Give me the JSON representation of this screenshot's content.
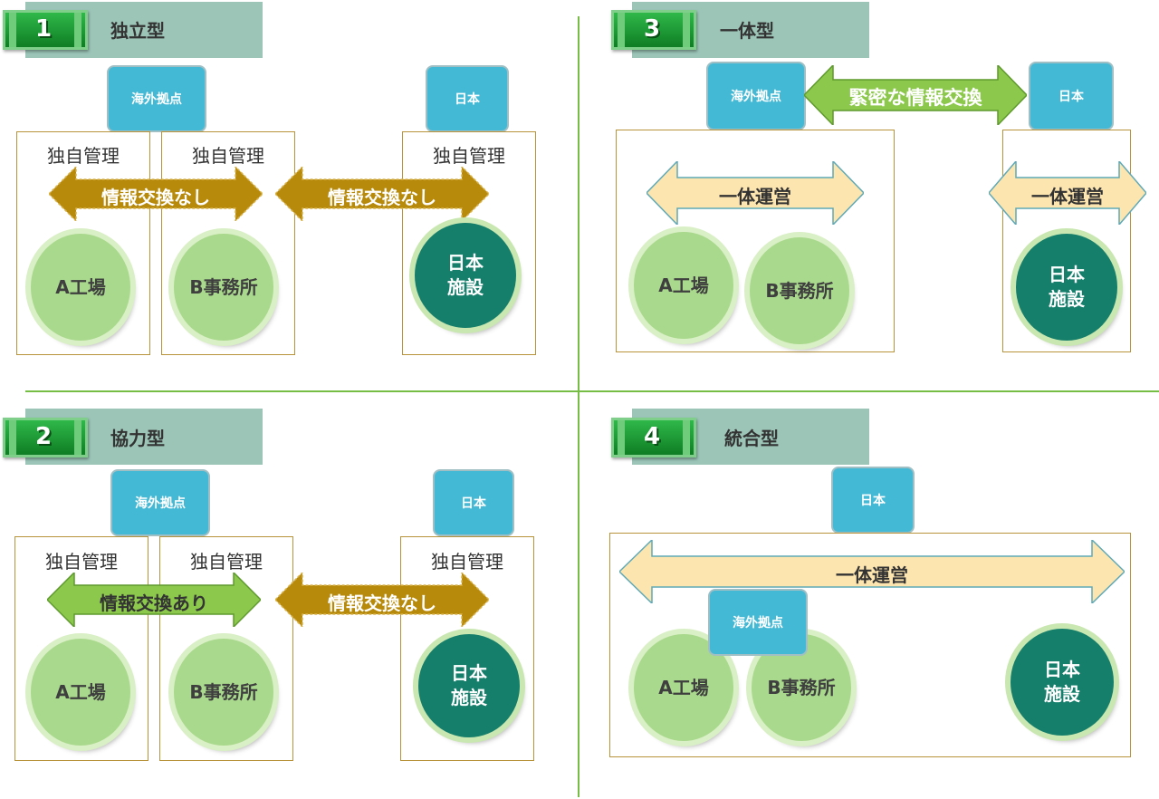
{
  "quadrants": {
    "q1": {
      "number": "1",
      "title": "独立型",
      "tag_overseas": "海外拠点",
      "tag_japan": "日本",
      "box_label_a": "独自管理",
      "box_label_b": "独自管理",
      "box_label_c": "独自管理",
      "arrow_left": "情報交換なし",
      "arrow_right": "情報交換なし",
      "circle_a": "A工場",
      "circle_b": "B事務所",
      "circle_japan_1": "日本",
      "circle_japan_2": "施設"
    },
    "q2": {
      "number": "2",
      "title": "協力型",
      "tag_overseas": "海外拠点",
      "tag_japan": "日本",
      "box_label_a": "独自管理",
      "box_label_b": "独自管理",
      "box_label_c": "独自管理",
      "arrow_left": "情報交換あり",
      "arrow_right": "情報交換なし",
      "circle_a": "A工場",
      "circle_b": "B事務所",
      "circle_japan_1": "日本",
      "circle_japan_2": "施設"
    },
    "q3": {
      "number": "3",
      "title": "一体型",
      "tag_overseas": "海外拠点",
      "tag_japan": "日本",
      "arrow_top": "緊密な情報交換",
      "arrow_left": "一体運営",
      "arrow_right": "一体運営",
      "circle_a": "A工場",
      "circle_b": "B事務所",
      "circle_japan_1": "日本",
      "circle_japan_2": "施設"
    },
    "q4": {
      "number": "4",
      "title": "統合型",
      "tag_overseas": "海外拠点",
      "tag_japan": "日本",
      "arrow_wide": "一体運営",
      "circle_a": "A工場",
      "circle_b": "B事務所",
      "circle_japan_1": "日本",
      "circle_japan_2": "施設"
    }
  },
  "colors": {
    "title_bar": "#9cc5b8",
    "tag": "#43b9d5",
    "box_border": "#b8933c",
    "circle_green": "#a9d98c",
    "circle_teal": "#167f6c",
    "arrow_gold": "#b88a0c",
    "arrow_green": "#8cc84b",
    "arrow_light": "#fde5b0",
    "divider": "#76bd45"
  }
}
